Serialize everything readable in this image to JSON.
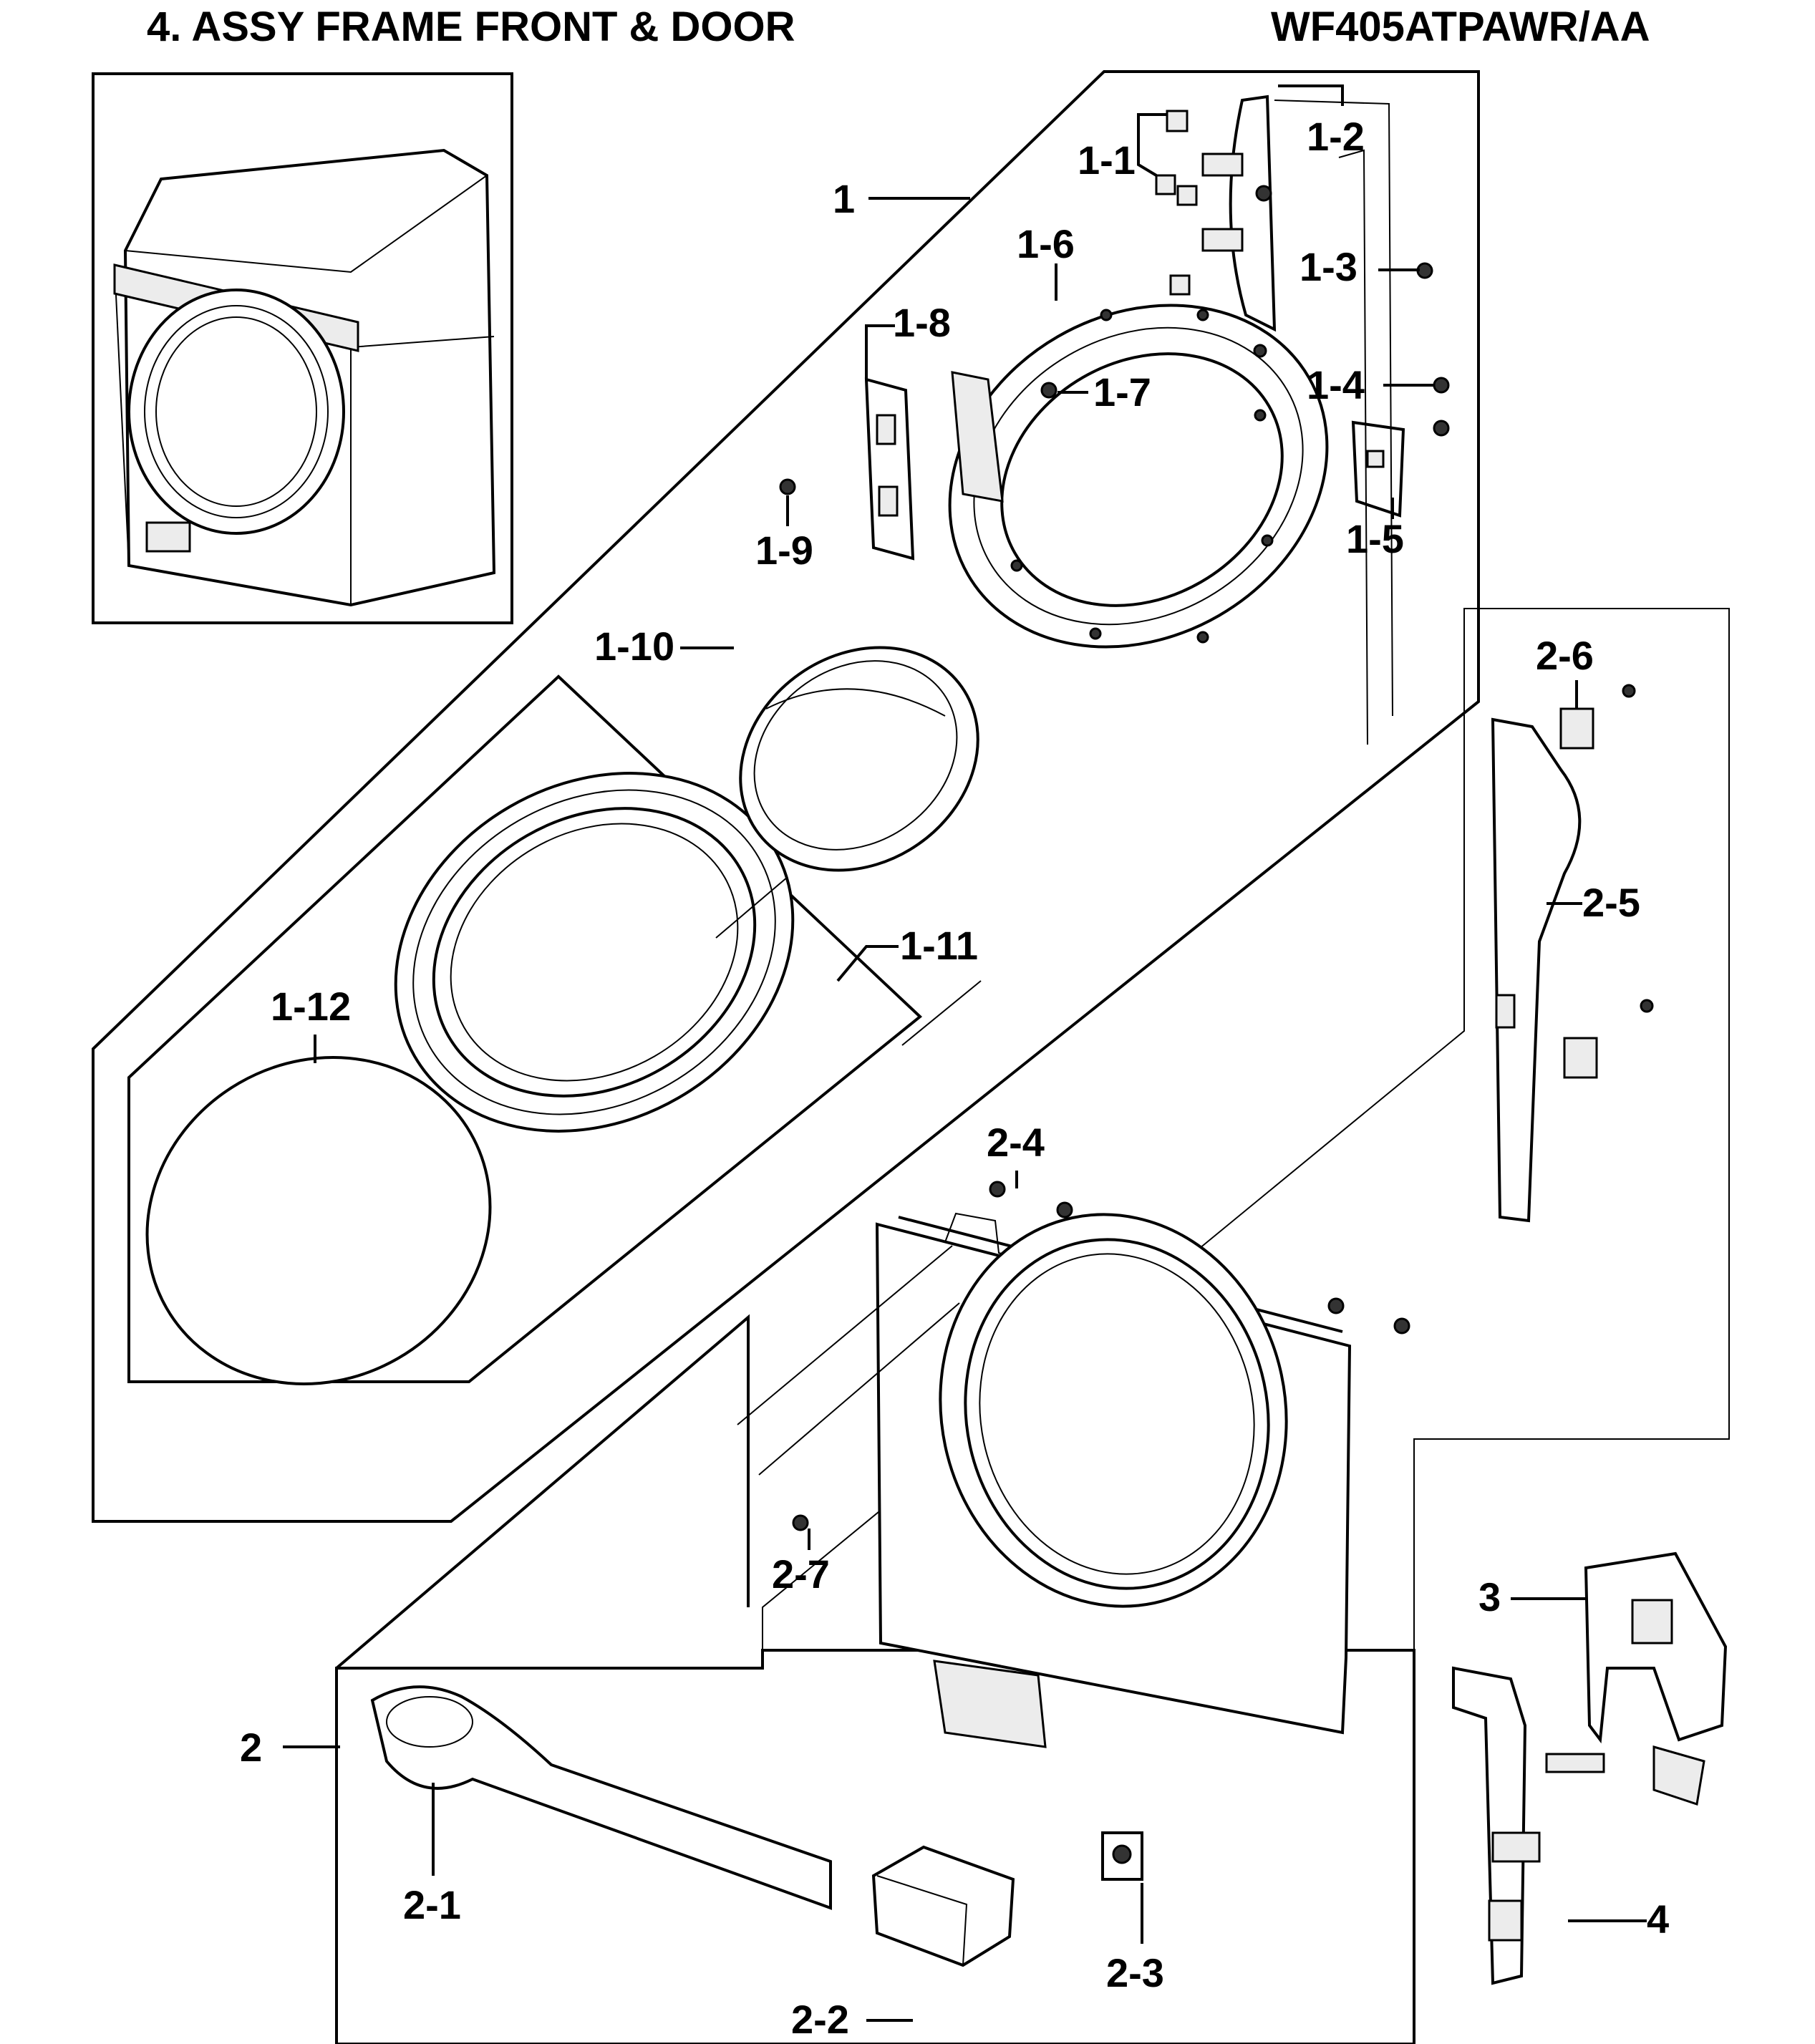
{
  "header": {
    "title": "4. ASSY FRAME FRONT & DOOR",
    "model": "WF405ATPAWR/AA"
  },
  "callouts": {
    "p1": "1",
    "p1_1": "1-1",
    "p1_2": "1-2",
    "p1_3": "1-3",
    "p1_4": "1-4",
    "p1_5": "1-5",
    "p1_6": "1-6",
    "p1_7": "1-7",
    "p1_8": "1-8",
    "p1_9": "1-9",
    "p1_10": "1-10",
    "p1_11": "1-11",
    "p1_12": "1-12",
    "p2": "2",
    "p2_1": "2-1",
    "p2_2": "2-2",
    "p2_3": "2-3",
    "p2_4": "2-4",
    "p2_5": "2-5",
    "p2_6": "2-6",
    "p2_7": "2-7",
    "p3": "3",
    "p4": "4"
  }
}
